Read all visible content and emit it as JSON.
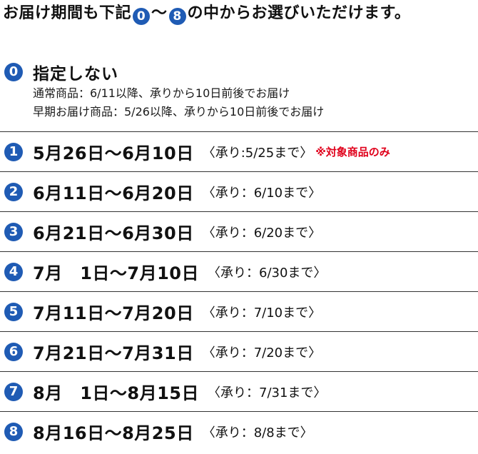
{
  "intro": {
    "part1": "お届け期間も下記",
    "badge_start": "0",
    "tilde": "〜",
    "badge_end": "8",
    "part2": "の中からお選びいただけます。"
  },
  "option0": {
    "badge": "0",
    "title": "指定しない",
    "note_regular": "通常商品：6/11以降、承りから10日前後でお届け",
    "note_early": "早期お届け商品：5/26以降、承りから10日前後でお届け"
  },
  "rows": [
    {
      "badge": "1",
      "range": "5月26日〜6月10日",
      "deadline": "〈承り:5/25まで〉",
      "note": "※対象商品のみ"
    },
    {
      "badge": "2",
      "range": "6月11日〜6月20日",
      "deadline": "〈承り：6/10まで〉",
      "note": ""
    },
    {
      "badge": "3",
      "range": "6月21日〜6月30日",
      "deadline": "〈承り：6/20まで〉",
      "note": ""
    },
    {
      "badge": "4",
      "range": "7月　1日〜7月10日",
      "deadline": "〈承り：6/30まで〉",
      "note": ""
    },
    {
      "badge": "5",
      "range": "7月11日〜7月20日",
      "deadline": "〈承り：7/10まで〉",
      "note": ""
    },
    {
      "badge": "6",
      "range": "7月21日〜7月31日",
      "deadline": "〈承り：7/20まで〉",
      "note": ""
    },
    {
      "badge": "7",
      "range": "8月　1日〜8月15日",
      "deadline": "〈承り：7/31まで〉",
      "note": ""
    },
    {
      "badge": "8",
      "range": "8月16日〜8月25日",
      "deadline": "〈承り：8/8まで〉",
      "note": ""
    }
  ],
  "colors": {
    "badge": "#1f5bb4",
    "note": "#e0001b",
    "text": "#111111"
  }
}
